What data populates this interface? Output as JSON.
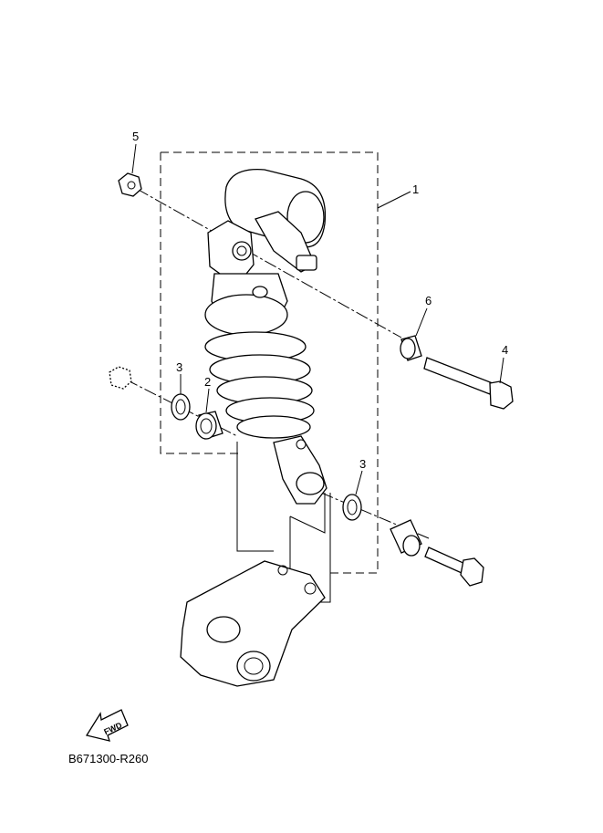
{
  "diagram": {
    "callouts": [
      {
        "number": "5",
        "part": "nut"
      },
      {
        "number": "1",
        "part": "rear-shock-absorber-assembly"
      },
      {
        "number": "6",
        "part": "collar"
      },
      {
        "number": "4",
        "part": "bolt"
      },
      {
        "number": "3",
        "part": "oil-seal"
      },
      {
        "number": "2",
        "part": "bearing"
      },
      {
        "number": "3",
        "part": "oil-seal"
      }
    ],
    "fwd_label": "FWD",
    "diagram_code": "B671300-R260"
  }
}
